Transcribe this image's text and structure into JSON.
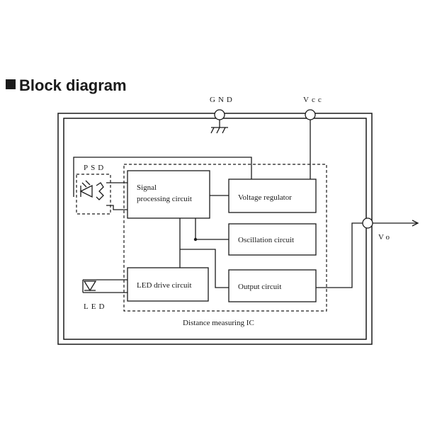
{
  "heading": "Block diagram",
  "pins": {
    "gnd": "GND",
    "vcc": "Vcc",
    "vo": "Vo",
    "psd": "PSD",
    "led": "LED"
  },
  "blocks": {
    "signal_line1": "Signal",
    "signal_line2": "processing circuit",
    "voltage_regulator": "Voltage regulator",
    "oscillation": "Oscillation circuit",
    "led_drive": "LED drive circuit",
    "output": "Output circuit"
  },
  "ic_label": "Distance measuring IC"
}
